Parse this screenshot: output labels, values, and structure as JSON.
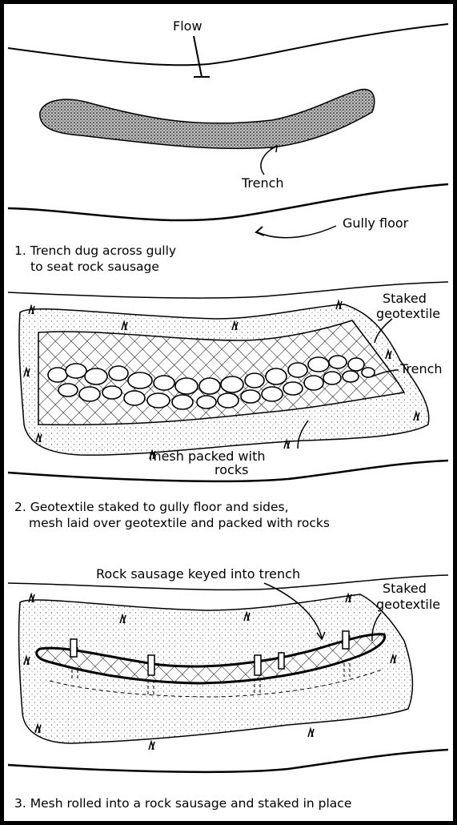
{
  "panel1": {
    "labels": {
      "flow": "Flow",
      "trench": "Trench",
      "gully_floor": "Gully floor"
    },
    "caption": {
      "line1": "1. Trench dug across gully",
      "line2": "to seat rock sausage"
    }
  },
  "panel2": {
    "labels": {
      "staked1": "Staked",
      "staked2": "geotextile",
      "trench": "Trench",
      "mesh1": "mesh packed with",
      "mesh2": "rocks"
    },
    "caption": {
      "line1": "2. Geotextile staked to gully floor and sides,",
      "line2": "mesh laid over geotextile and packed with rocks"
    }
  },
  "panel3": {
    "labels": {
      "keyed": "Rock sausage keyed into trench",
      "staked1": "Staked",
      "staked2": "geotextile"
    },
    "caption": {
      "line1": "3. Mesh rolled into a rock sausage and staked in place"
    }
  }
}
